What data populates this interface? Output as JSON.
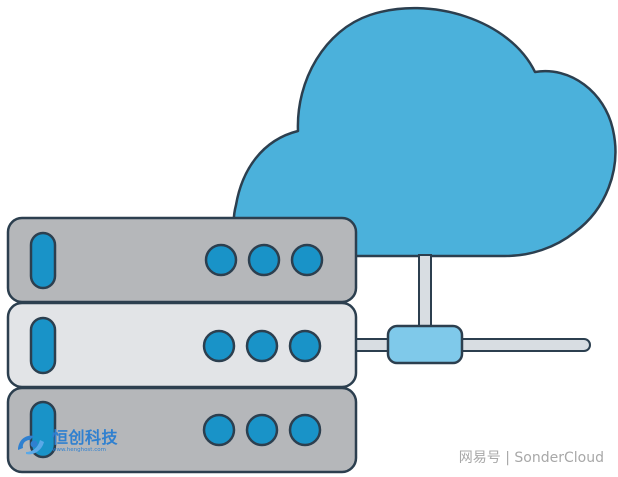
{
  "logo": {
    "name": "恒创科技",
    "url": "www.henghost.com"
  },
  "watermark": {
    "text": "网易号 | SonderCloud"
  },
  "icons": {
    "cloud": "cloud-icon",
    "server_stack": "server-rack-icon",
    "network_connector": "network-hub-icon"
  },
  "colors": {
    "cloud_fill": "#4bb1db",
    "outline": "#2c3f4f",
    "server_dark": "#b5b7ba",
    "server_light": "#e2e4e7",
    "led_fill": "#1993c8",
    "connector_fill": "#7fc9ea",
    "logo_blue": "#2f80d0"
  }
}
